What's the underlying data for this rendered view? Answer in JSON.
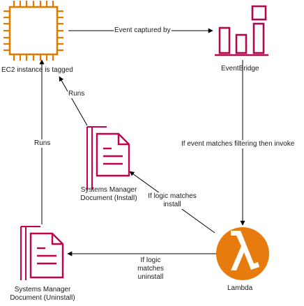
{
  "nodes": {
    "ec2": {
      "label": "EC2 instance is tagged",
      "icon": "ec2-chip-icon",
      "color": "#e07b00"
    },
    "eventbridge": {
      "label": "EventBridge",
      "icon": "eventbridge-icon",
      "color": "#b0084d"
    },
    "lambda": {
      "label": "Lambda",
      "icon": "lambda-icon",
      "color": "#e87b0e"
    },
    "ssm_install": {
      "label": "Systems Manager Document (Install)",
      "icon": "document-stack-icon",
      "color": "#c7004d"
    },
    "ssm_uninstall": {
      "label": "Systems Manager Document (Uninstall)",
      "icon": "document-stack-icon",
      "color": "#c7004d"
    }
  },
  "edges": {
    "ec2_to_eventbridge": "Event captured by",
    "eventbridge_to_lambda": "If event matches filtering then invoke",
    "lambda_to_install": "If logic matches install",
    "lambda_to_uninstall": "If logic matches uninstall",
    "install_to_ec2": "Runs",
    "uninstall_to_ec2": "Runs"
  }
}
